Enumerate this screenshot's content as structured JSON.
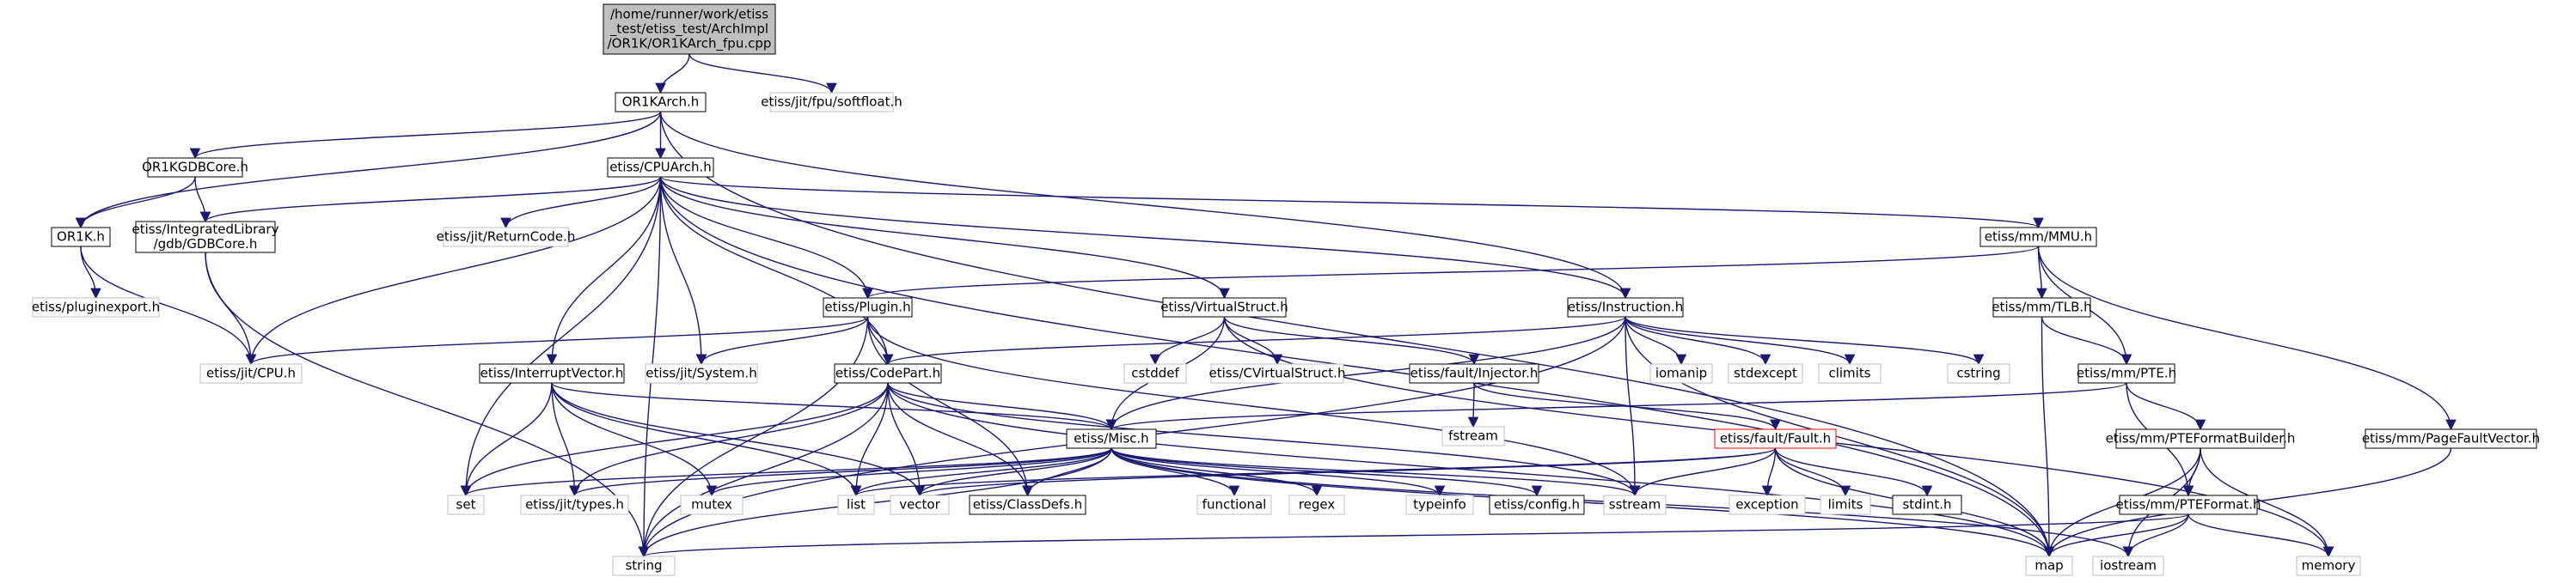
{
  "colors": {
    "edge": "#191970",
    "documented_border": "#000000",
    "undocumented_border": "#bfbfbf",
    "root_fill": "#bfbfbf",
    "missing_border": "#ff0000"
  },
  "nodes": [
    {
      "id": "root",
      "lines": [
        "/home/runner/work/etiss",
        "_test/etiss_test/ArchImpl",
        "/OR1K/OR1KArch_fpu.cpp"
      ],
      "kind": "root"
    },
    {
      "id": "or1karch",
      "lines": [
        "OR1KArch.h"
      ],
      "kind": "doc"
    },
    {
      "id": "softfloat",
      "lines": [
        "etiss/jit/fpu/softfloat.h"
      ],
      "kind": "std"
    },
    {
      "id": "gdbcore",
      "lines": [
        "OR1KGDBCore.h"
      ],
      "kind": "doc"
    },
    {
      "id": "cpuarch",
      "lines": [
        "etiss/CPUArch.h"
      ],
      "kind": "doc"
    },
    {
      "id": "or1k",
      "lines": [
        "OR1K.h"
      ],
      "kind": "doc"
    },
    {
      "id": "intlib",
      "lines": [
        "etiss/IntegratedLibrary",
        "/gdb/GDBCore.h"
      ],
      "kind": "doc"
    },
    {
      "id": "returncode",
      "lines": [
        "etiss/jit/ReturnCode.h"
      ],
      "kind": "std"
    },
    {
      "id": "mmu",
      "lines": [
        "etiss/mm/MMU.h"
      ],
      "kind": "doc"
    },
    {
      "id": "pluginexport",
      "lines": [
        "etiss/pluginexport.h"
      ],
      "kind": "std"
    },
    {
      "id": "plugin",
      "lines": [
        "etiss/Plugin.h"
      ],
      "kind": "doc"
    },
    {
      "id": "virtualstruct",
      "lines": [
        "etiss/VirtualStruct.h"
      ],
      "kind": "doc"
    },
    {
      "id": "instruction",
      "lines": [
        "etiss/Instruction.h"
      ],
      "kind": "doc"
    },
    {
      "id": "tlb",
      "lines": [
        "etiss/mm/TLB.h"
      ],
      "kind": "doc"
    },
    {
      "id": "jitcpu",
      "lines": [
        "etiss/jit/CPU.h"
      ],
      "kind": "std"
    },
    {
      "id": "interruptvector",
      "lines": [
        "etiss/InterruptVector.h"
      ],
      "kind": "doc"
    },
    {
      "id": "jitsystem",
      "lines": [
        "etiss/jit/System.h"
      ],
      "kind": "std"
    },
    {
      "id": "codepart",
      "lines": [
        "etiss/CodePart.h"
      ],
      "kind": "doc"
    },
    {
      "id": "cstddef",
      "lines": [
        "cstddef"
      ],
      "kind": "std"
    },
    {
      "id": "cvirtualstruct",
      "lines": [
        "etiss/CVirtualStruct.h"
      ],
      "kind": "std"
    },
    {
      "id": "injector",
      "lines": [
        "etiss/fault/Injector.h"
      ],
      "kind": "doc"
    },
    {
      "id": "iomanip",
      "lines": [
        "iomanip"
      ],
      "kind": "std"
    },
    {
      "id": "stdexcept",
      "lines": [
        "stdexcept"
      ],
      "kind": "std"
    },
    {
      "id": "climits",
      "lines": [
        "climits"
      ],
      "kind": "std"
    },
    {
      "id": "cstring",
      "lines": [
        "cstring"
      ],
      "kind": "std"
    },
    {
      "id": "pte",
      "lines": [
        "etiss/mm/PTE.h"
      ],
      "kind": "doc"
    },
    {
      "id": "fstream",
      "lines": [
        "fstream"
      ],
      "kind": "std"
    },
    {
      "id": "misc",
      "lines": [
        "etiss/Misc.h"
      ],
      "kind": "doc"
    },
    {
      "id": "fault",
      "lines": [
        "etiss/fault/Fault.h"
      ],
      "kind": "red"
    },
    {
      "id": "ptebuilder",
      "lines": [
        "etiss/mm/PTEFormatBuilder.h"
      ],
      "kind": "doc"
    },
    {
      "id": "pagefault",
      "lines": [
        "etiss/mm/PageFaultVector.h"
      ],
      "kind": "doc"
    },
    {
      "id": "set",
      "lines": [
        "set"
      ],
      "kind": "std"
    },
    {
      "id": "jittypes",
      "lines": [
        "etiss/jit/types.h"
      ],
      "kind": "std"
    },
    {
      "id": "mutex",
      "lines": [
        "mutex"
      ],
      "kind": "std"
    },
    {
      "id": "list",
      "lines": [
        "list"
      ],
      "kind": "std"
    },
    {
      "id": "vector",
      "lines": [
        "vector"
      ],
      "kind": "std"
    },
    {
      "id": "classdefs",
      "lines": [
        "etiss/ClassDefs.h"
      ],
      "kind": "doc"
    },
    {
      "id": "functional",
      "lines": [
        "functional"
      ],
      "kind": "std"
    },
    {
      "id": "regex",
      "lines": [
        "regex"
      ],
      "kind": "std"
    },
    {
      "id": "typeinfo",
      "lines": [
        "typeinfo"
      ],
      "kind": "std"
    },
    {
      "id": "config",
      "lines": [
        "etiss/config.h"
      ],
      "kind": "doc"
    },
    {
      "id": "sstream",
      "lines": [
        "sstream"
      ],
      "kind": "std"
    },
    {
      "id": "exception",
      "lines": [
        "exception"
      ],
      "kind": "std"
    },
    {
      "id": "limits",
      "lines": [
        "limits"
      ],
      "kind": "std"
    },
    {
      "id": "stdint",
      "lines": [
        "stdint.h"
      ],
      "kind": "doc"
    },
    {
      "id": "pteformat",
      "lines": [
        "etiss/mm/PTEFormat.h"
      ],
      "kind": "doc"
    },
    {
      "id": "string",
      "lines": [
        "string"
      ],
      "kind": "std"
    },
    {
      "id": "map",
      "lines": [
        "map"
      ],
      "kind": "std"
    },
    {
      "id": "iostream",
      "lines": [
        "iostream"
      ],
      "kind": "std"
    },
    {
      "id": "memory",
      "lines": [
        "memory"
      ],
      "kind": "std"
    }
  ],
  "edges": [
    [
      "root",
      "or1karch"
    ],
    [
      "root",
      "softfloat"
    ],
    [
      "or1karch",
      "gdbcore"
    ],
    [
      "or1karch",
      "cpuarch"
    ],
    [
      "or1karch",
      "or1k"
    ],
    [
      "or1karch",
      "instruction"
    ],
    [
      "or1karch",
      "map"
    ],
    [
      "gdbcore",
      "or1k"
    ],
    [
      "gdbcore",
      "intlib"
    ],
    [
      "or1k",
      "pluginexport"
    ],
    [
      "or1k",
      "jitcpu"
    ],
    [
      "intlib",
      "jitcpu"
    ],
    [
      "intlib",
      "string"
    ],
    [
      "cpuarch",
      "intlib"
    ],
    [
      "cpuarch",
      "returncode"
    ],
    [
      "cpuarch",
      "mmu"
    ],
    [
      "cpuarch",
      "plugin"
    ],
    [
      "cpuarch",
      "virtualstruct"
    ],
    [
      "cpuarch",
      "instruction"
    ],
    [
      "cpuarch",
      "jitcpu"
    ],
    [
      "cpuarch",
      "interruptvector"
    ],
    [
      "cpuarch",
      "jitsystem"
    ],
    [
      "cpuarch",
      "codepart"
    ],
    [
      "cpuarch",
      "set"
    ],
    [
      "cpuarch",
      "map"
    ],
    [
      "cpuarch",
      "string"
    ],
    [
      "mmu",
      "plugin"
    ],
    [
      "mmu",
      "tlb"
    ],
    [
      "mmu",
      "pte"
    ],
    [
      "mmu",
      "pagefault"
    ],
    [
      "plugin",
      "jitcpu"
    ],
    [
      "plugin",
      "jitsystem"
    ],
    [
      "plugin",
      "codepart"
    ],
    [
      "plugin",
      "classdefs"
    ],
    [
      "plugin",
      "sstream"
    ],
    [
      "plugin",
      "string"
    ],
    [
      "virtualstruct",
      "cstddef"
    ],
    [
      "virtualstruct",
      "cvirtualstruct"
    ],
    [
      "virtualstruct",
      "injector"
    ],
    [
      "virtualstruct",
      "misc"
    ],
    [
      "virtualstruct",
      "memory"
    ],
    [
      "instruction",
      "codepart"
    ],
    [
      "instruction",
      "iomanip"
    ],
    [
      "instruction",
      "stdexcept"
    ],
    [
      "instruction",
      "climits"
    ],
    [
      "instruction",
      "cstring"
    ],
    [
      "instruction",
      "misc"
    ],
    [
      "instruction",
      "sstream"
    ],
    [
      "instruction",
      "string"
    ],
    [
      "instruction",
      "map"
    ],
    [
      "tlb",
      "pte"
    ],
    [
      "tlb",
      "map"
    ],
    [
      "interruptvector",
      "misc"
    ],
    [
      "interruptvector",
      "set"
    ],
    [
      "interruptvector",
      "jittypes"
    ],
    [
      "interruptvector",
      "mutex"
    ],
    [
      "interruptvector",
      "list"
    ],
    [
      "interruptvector",
      "vector"
    ],
    [
      "codepart",
      "misc"
    ],
    [
      "codepart",
      "set"
    ],
    [
      "codepart",
      "jittypes"
    ],
    [
      "codepart",
      "list"
    ],
    [
      "codepart",
      "vector"
    ],
    [
      "codepart",
      "classdefs"
    ],
    [
      "codepart",
      "string"
    ],
    [
      "codepart",
      "sstream"
    ],
    [
      "codepart",
      "map"
    ],
    [
      "injector",
      "fstream"
    ],
    [
      "injector",
      "fault"
    ],
    [
      "pte",
      "misc"
    ],
    [
      "pte",
      "ptebuilder"
    ],
    [
      "pte",
      "pteformat"
    ],
    [
      "misc",
      "set"
    ],
    [
      "misc",
      "jittypes"
    ],
    [
      "misc",
      "mutex"
    ],
    [
      "misc",
      "list"
    ],
    [
      "misc",
      "vector"
    ],
    [
      "misc",
      "classdefs"
    ],
    [
      "misc",
      "functional"
    ],
    [
      "misc",
      "regex"
    ],
    [
      "misc",
      "typeinfo"
    ],
    [
      "misc",
      "config"
    ],
    [
      "misc",
      "sstream"
    ],
    [
      "misc",
      "string"
    ],
    [
      "misc",
      "map"
    ],
    [
      "misc",
      "iostream"
    ],
    [
      "fault",
      "list"
    ],
    [
      "fault",
      "vector"
    ],
    [
      "fault",
      "sstream"
    ],
    [
      "fault",
      "exception"
    ],
    [
      "fault",
      "limits"
    ],
    [
      "fault",
      "stdint"
    ],
    [
      "fault",
      "map"
    ],
    [
      "ptebuilder",
      "pteformat"
    ],
    [
      "ptebuilder",
      "map"
    ],
    [
      "ptebuilder",
      "iostream"
    ],
    [
      "ptebuilder",
      "memory"
    ],
    [
      "pteformat",
      "string"
    ],
    [
      "pteformat",
      "map"
    ],
    [
      "pteformat",
      "iostream"
    ],
    [
      "pteformat",
      "memory"
    ],
    [
      "pagefault",
      "map"
    ]
  ]
}
